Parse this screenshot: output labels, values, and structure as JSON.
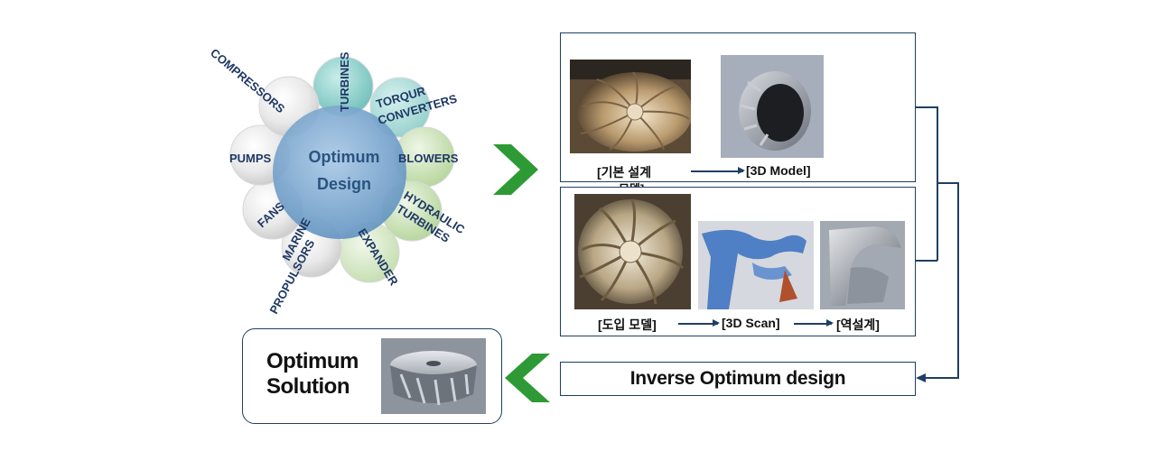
{
  "center": {
    "line1": "Optimum",
    "line2": "Design"
  },
  "petals": [
    "TURBINES",
    "TORQUR",
    "CONVERTERS",
    "BLOWERS",
    "HYDRAULIC",
    "TURBINES",
    "EXPANDER",
    "MARINE",
    "PROPULSORS",
    "FANS",
    "PUMPS",
    "COMPRESSORS"
  ],
  "panel_top": {
    "caption_left": "[기본 설계",
    "caption_left_wrap": "모델]",
    "caption_right": "[3D Model]"
  },
  "panel_mid": {
    "caption1": "[도입 모델]",
    "caption2": "[3D Scan]",
    "caption3": "[역설계]"
  },
  "inverse_label": "Inverse Optimum design",
  "solution": {
    "line1": "Optimum",
    "line2": "Solution"
  },
  "colors": {
    "accent_green": "#2e9a35",
    "line_navy": "#1f3f63",
    "center_blue": "#6f9fc9",
    "text_navy": "#1f3864"
  }
}
